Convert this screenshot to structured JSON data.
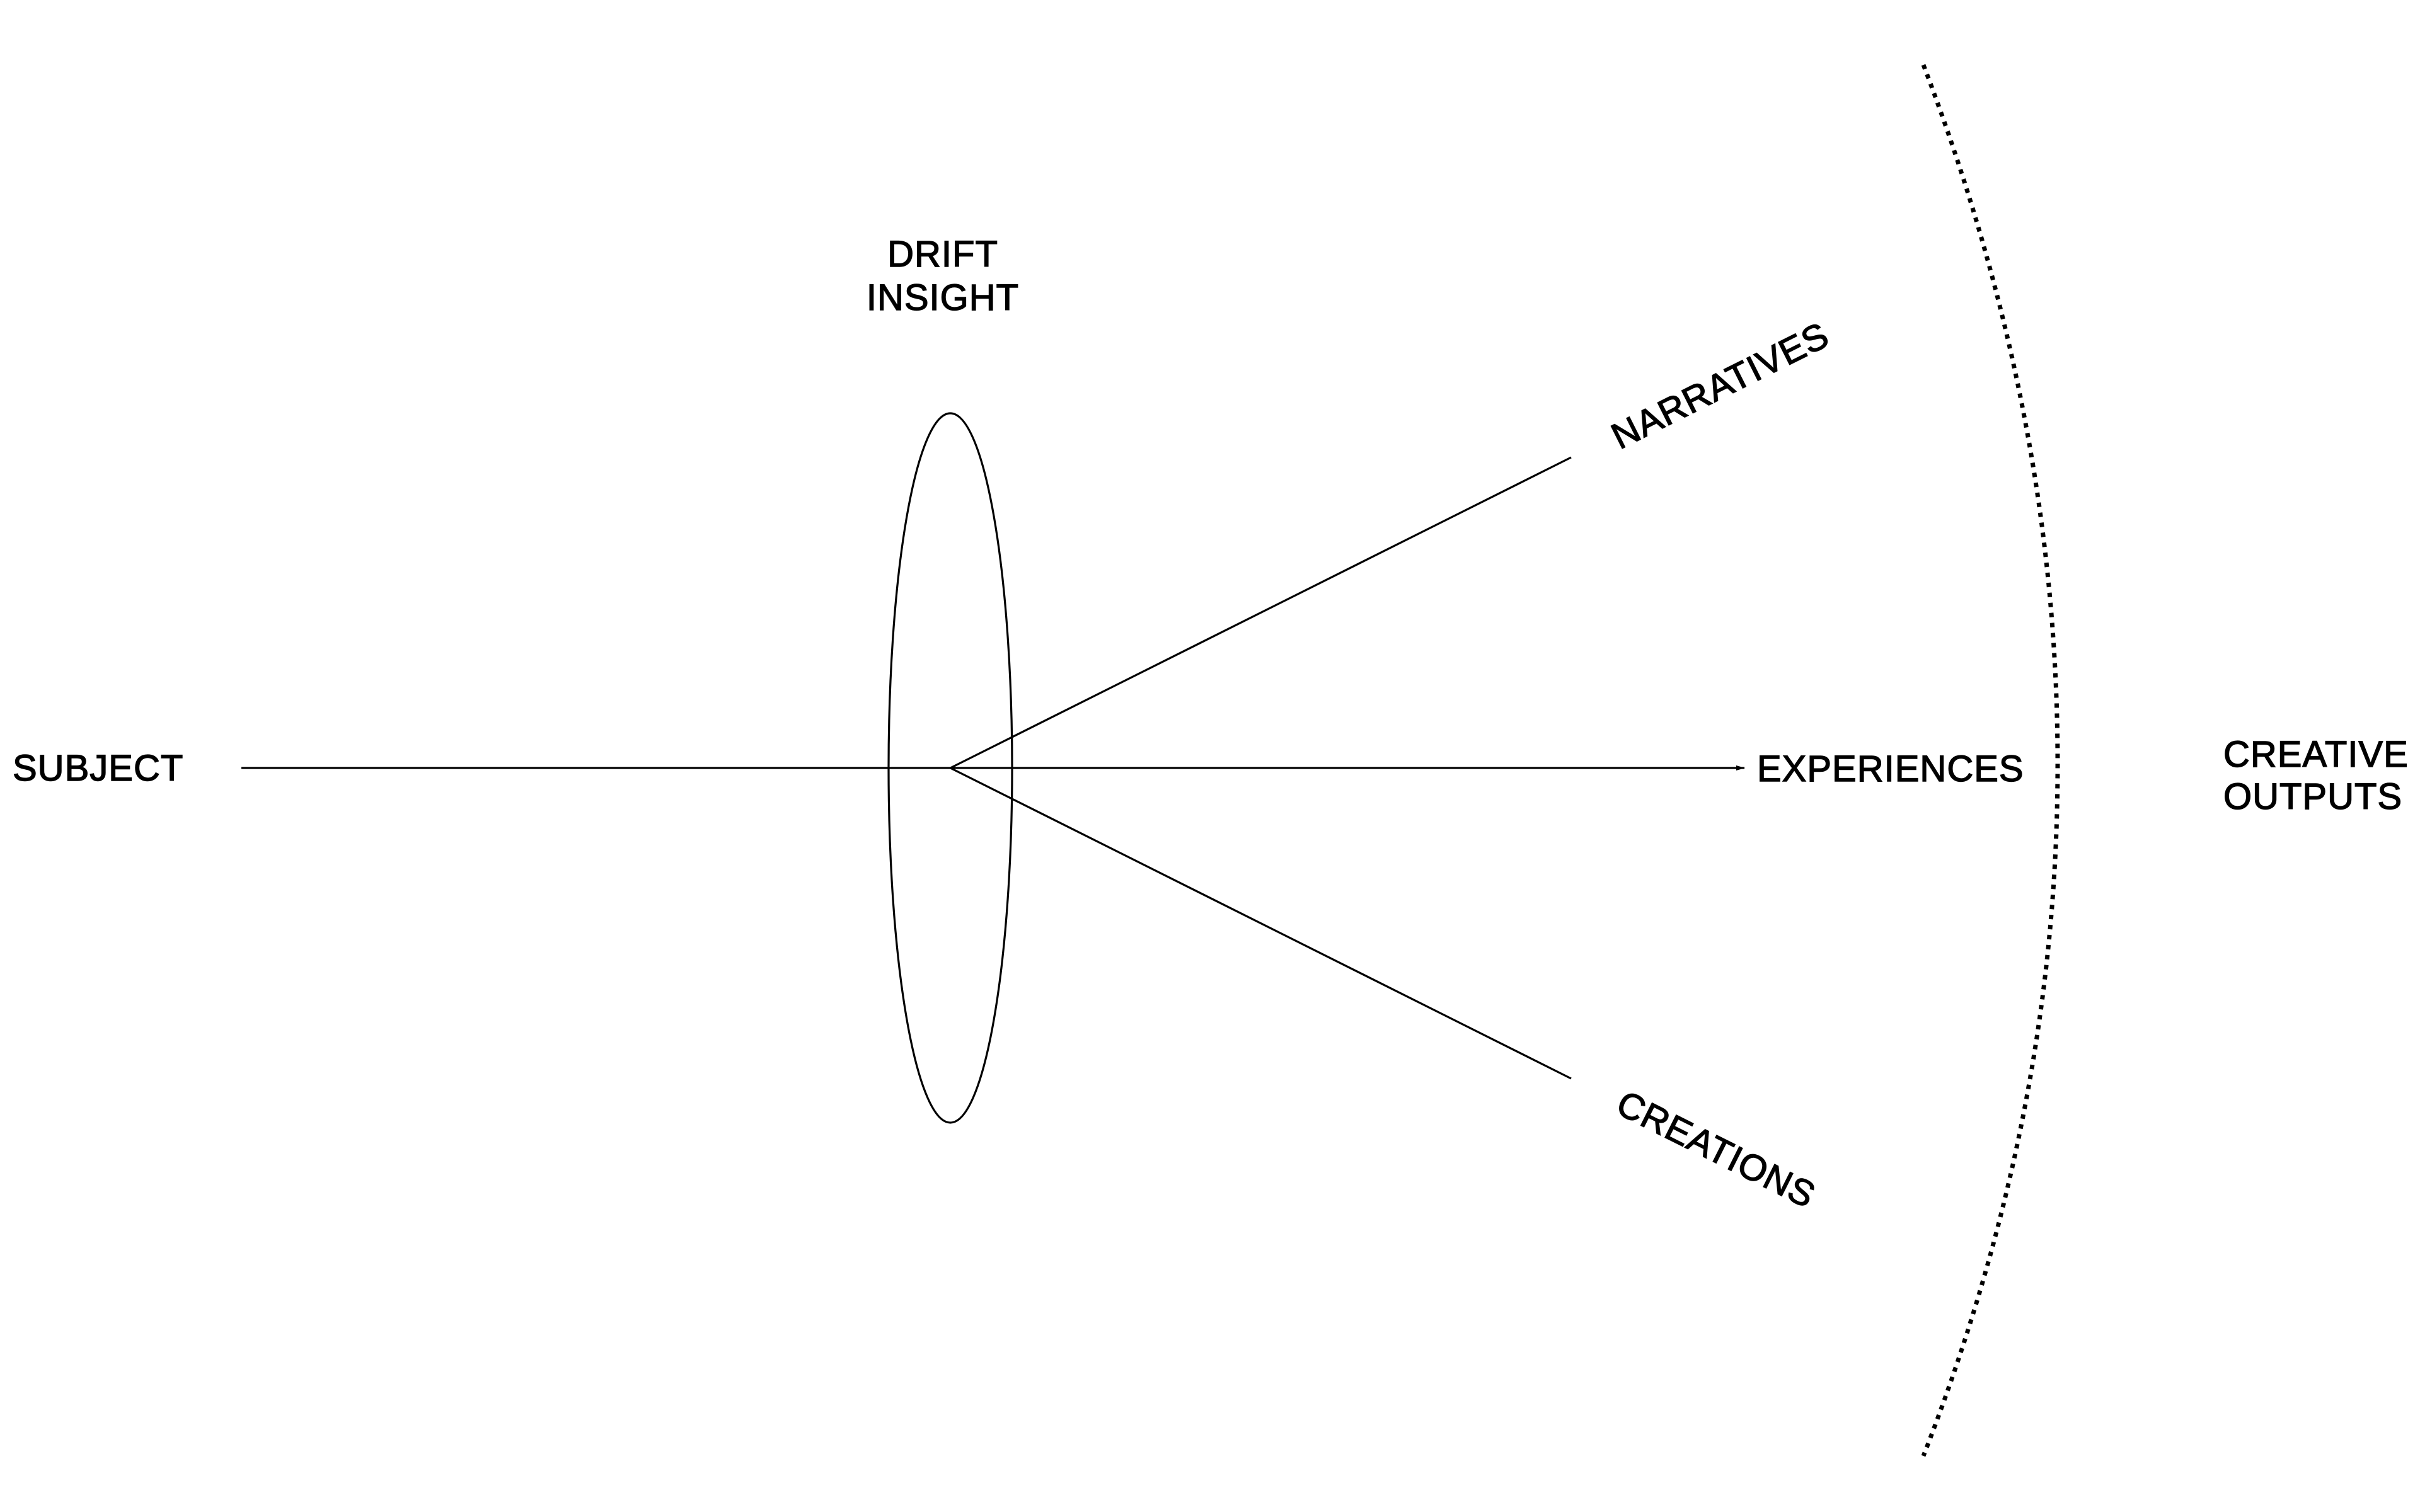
{
  "diagram": {
    "subject": "SUBJECT",
    "lens": {
      "line1": "DRIFT",
      "line2": "INSIGHT"
    },
    "outputs": {
      "narratives": "NARRATIVES",
      "experiences": "EXPERIENCES",
      "creations": "CREATIONS"
    },
    "boundary": {
      "line1": "CREATIVE",
      "line2": "OUTPUTS"
    }
  },
  "colors": {
    "stroke": "#000000",
    "background": "#ffffff"
  }
}
